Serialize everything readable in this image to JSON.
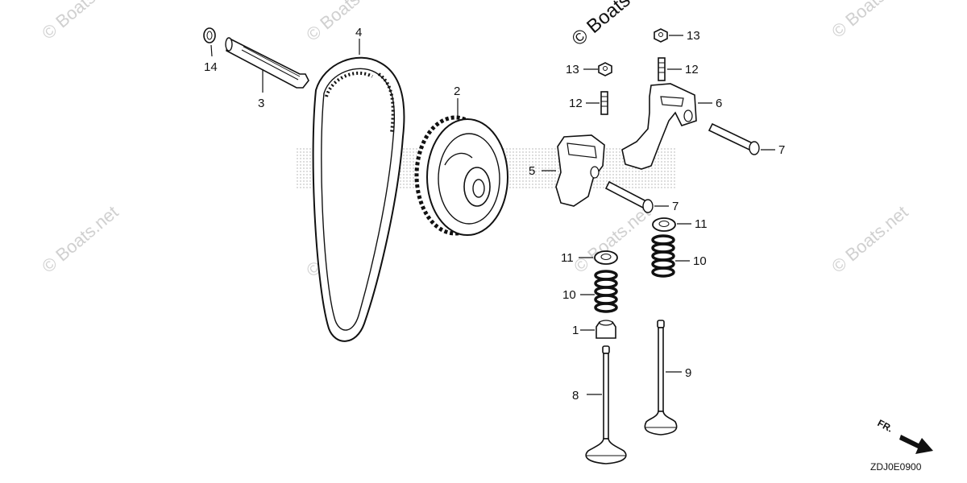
{
  "callouts": {
    "c1": "1",
    "c2": "2",
    "c3": "3",
    "c4": "4",
    "c5": "5",
    "c6": "6",
    "c7a": "7",
    "c7b": "7",
    "c8": "8",
    "c9": "9",
    "c10a": "10",
    "c10b": "10",
    "c11a": "11",
    "c11b": "11",
    "c12a": "12",
    "c12b": "12",
    "c13a": "13",
    "c13b": "13",
    "c14": "14"
  },
  "watermark": {
    "text": "© Boats.net",
    "large": "© Boats"
  },
  "diagram_code": "ZDJ0E0900",
  "front_arrow_label": "FR."
}
